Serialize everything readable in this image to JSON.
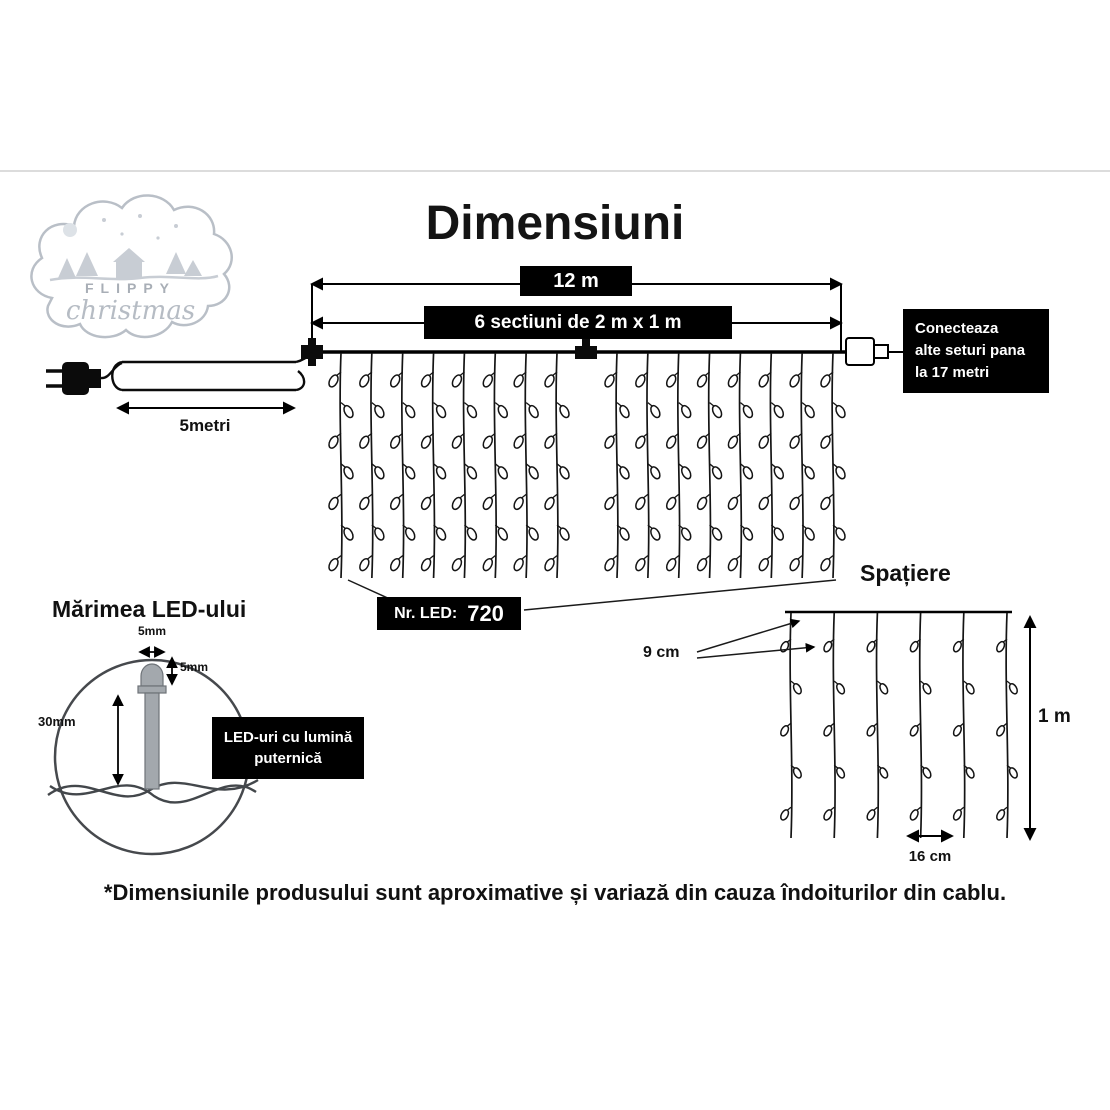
{
  "title": "Dimensiuni",
  "brand": {
    "name_top": "FLIPPY",
    "name_bottom": "christmas"
  },
  "dimensions": {
    "total_span": "12 m",
    "sections": "6 sectiuni de 2 m x 1 m",
    "lead_length": "5metri",
    "connect_note_lines": [
      "Conecteaza",
      "alte seturi pana",
      "la 17 metri"
    ]
  },
  "led_count": {
    "label": "Nr. LED:",
    "value": "720"
  },
  "spacing": {
    "title": "Spațiere",
    "horizontal_gap": "9 cm",
    "drop_gap": "16 cm",
    "height": "1 m"
  },
  "led_size": {
    "title": "Mărimea LED-ului",
    "bulb_width": "5mm",
    "bulb_height": "5mm",
    "body_length": "30mm",
    "callout_lines": [
      "LED-uri cu lumină",
      "puternică"
    ]
  },
  "footnote": "*Dimensiunile produsului sunt aproximative și variază din cauza îndoiturilor din cablu.",
  "colors": {
    "badge_bg": "#000000",
    "badge_text": "#ffffff",
    "line": "#111111"
  }
}
